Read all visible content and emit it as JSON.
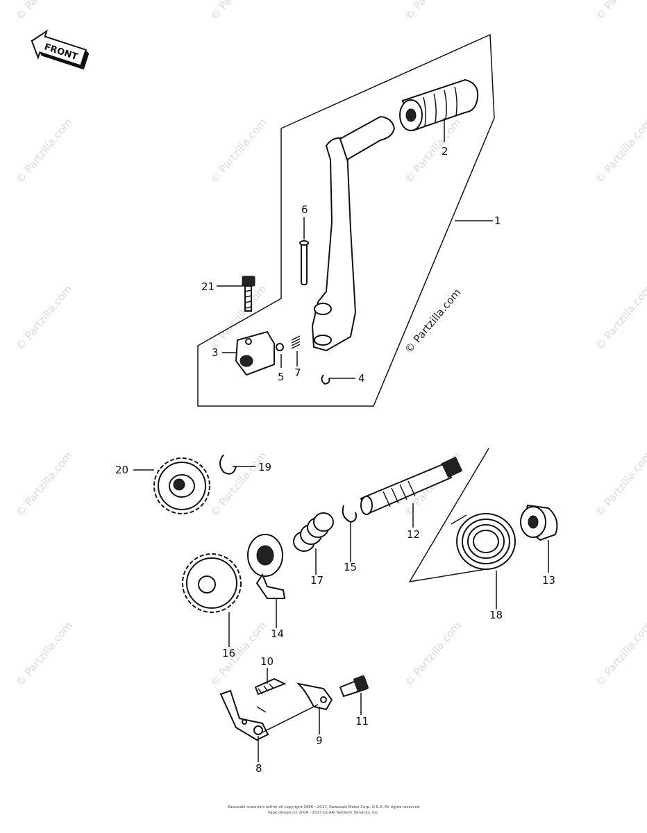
{
  "front_label": "FRONT",
  "watermark_main": "© Partzilla.com",
  "watermark_faint": "© Partzilla.com",
  "callouts": {
    "c1": "1",
    "c2": "2",
    "c3": "3",
    "c4": "4",
    "c5": "5",
    "c6": "6",
    "c7": "7",
    "c8": "8",
    "c9": "9",
    "c10": "10",
    "c11": "11",
    "c12": "12",
    "c13": "13",
    "c14": "14",
    "c15": "15",
    "c16": "16",
    "c17": "17",
    "c18": "18",
    "c19": "19",
    "c20": "20",
    "c21": "21"
  },
  "footer": {
    "line1": "Kawasaki materials within all copyright 1966 - 2017, Kawasaki Motor Corp. U.S.A.  All rights reserved",
    "line2": "Page design (c) 2004 - 2017 by ARI Network Services, Inc."
  }
}
